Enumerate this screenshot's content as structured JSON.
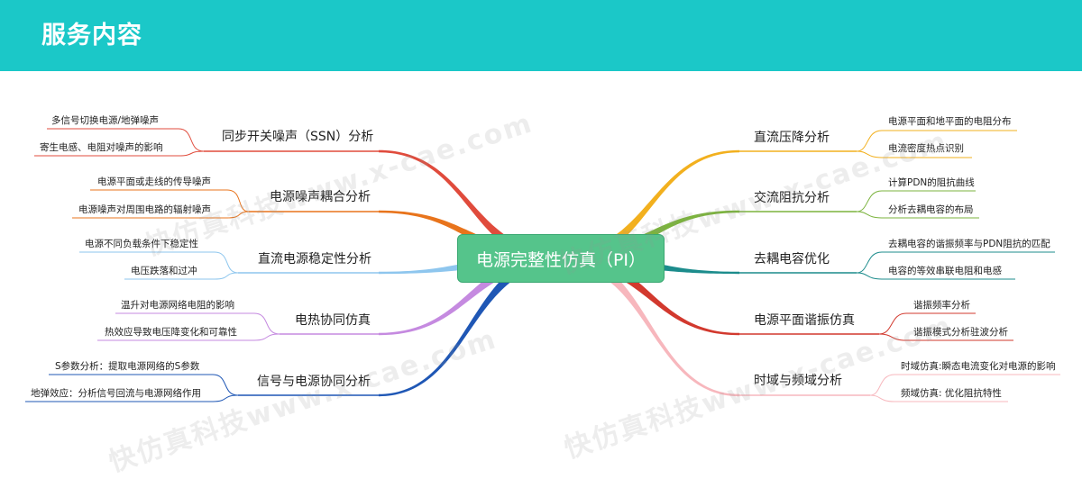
{
  "header": {
    "title": "服务内容",
    "color": "#1bc8c8"
  },
  "center": {
    "label": "电源完整性仿真（PI）",
    "color": "#55c48b"
  },
  "watermark": {
    "text_cn": "快仿真科技",
    "text_url": "www.x-cae.com"
  },
  "left_branches": [
    {
      "label": "同步开关噪声（SSN）分析",
      "color": "#e04b3c",
      "leaves": [
        "多信号切换电源/地弹噪声",
        "寄生电感、电阻对噪声的影响"
      ]
    },
    {
      "label": "电源噪声耦合分析",
      "color": "#e8741c",
      "leaves": [
        "电源平面或走线的传导噪声",
        "电源噪声对周围电路的辐射噪声"
      ]
    },
    {
      "label": "直流电源稳定性分析",
      "color": "#8ec6ee",
      "leaves": [
        "电源不同负载条件下稳定性",
        "电压跌落和过冲"
      ]
    },
    {
      "label": "电热协同仿真",
      "color": "#c58ae0",
      "leaves": [
        "温升对电源网络电阻的影响",
        "热效应导致电压降变化和可靠性"
      ]
    },
    {
      "label": "信号与电源协同分析",
      "color": "#1f57b5",
      "leaves": [
        "S参数分析：提取电源网络的S参数",
        "地弹效应：分析信号回流与电源网络作用"
      ]
    }
  ],
  "right_branches": [
    {
      "label": "直流压降分析",
      "color": "#f2b01e",
      "leaves": [
        "电源平面和地平面的电阻分布",
        "电流密度热点识别"
      ]
    },
    {
      "label": "交流阻抗分析",
      "color": "#7bb33d",
      "leaves": [
        "计算PDN的阻抗曲线",
        "分析去耦电容的布局"
      ]
    },
    {
      "label": "去耦电容优化",
      "color": "#1c8c8c",
      "leaves": [
        "去耦电容的谐振频率与PDN阻抗的匹配",
        "电容的等效串联电阻和电感"
      ]
    },
    {
      "label": "电源平面谐振仿真",
      "color": "#d2392e",
      "leaves": [
        "谐振频率分析",
        "谐振模式分析驻波分析"
      ]
    },
    {
      "label": "时域与频域分析",
      "color": "#f7b7bd",
      "leaves": [
        "时域仿真:瞬态电流变化对电源的影响",
        "频域仿真: 优化阻抗特性"
      ]
    }
  ]
}
